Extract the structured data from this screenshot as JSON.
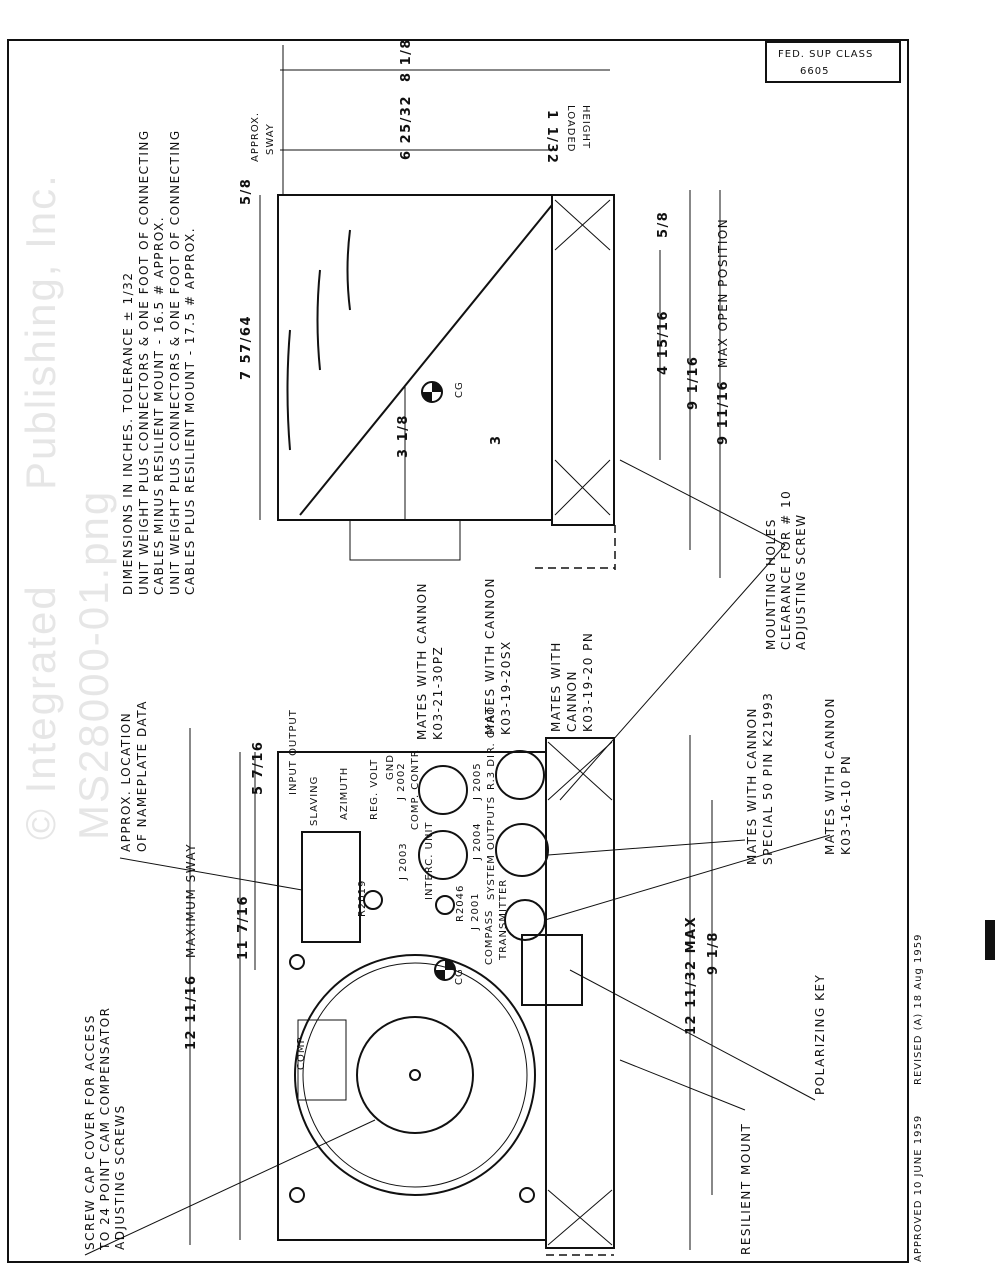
{
  "title_block": {
    "fed_sup_class_label": "FED. SUP CLASS",
    "fed_sup_class_value": "6605"
  },
  "notes": [
    "DIMENSIONS IN INCHES. TOLERANCE ± 1/32",
    "UNIT WEIGHT PLUS CONNECTORS & ONE FOOT OF CONNECTING",
    "CABLES MINUS RESILIENT MOUNT - 16.5 # APPROX.",
    "UNIT WEIGHT PLUS CONNECTORS & ONE FOOT OF CONNECTING",
    "CABLES PLUS RESILIENT MOUNT - 17.5 # APPROX."
  ],
  "callouts": {
    "screw_cap": [
      "SCREW CAP COVER FOR ACCESS",
      "TO 24 POINT CAM COMPENSATOR",
      "ADJUSTING SCREWS"
    ],
    "nameplate": [
      "APPROX. LOCATION",
      "OF NAMEPLATE DATA"
    ],
    "max_sway": "MAXIMUM SWAY",
    "cannon_1": [
      "MATES WITH CANNON",
      "K03-21-30PZ"
    ],
    "cannon_2": [
      "MATES WITH CANNON",
      "K03-19-20SX"
    ],
    "cannon_3": [
      "MATES WITH",
      "CANNON",
      "K03-19-20 PN"
    ],
    "cannon_4": [
      "MATES WITH CANNON",
      "SPECIAL 50 PIN K21993"
    ],
    "cannon_5": [
      "MATES WITH CANNON",
      "K03-16-10 PN"
    ],
    "polarizing_key": "POLARIZING KEY",
    "resilient_mount": "RESILIENT MOUNT",
    "mounting_holes": [
      "MOUNTING HOLES",
      "CLEARANCE FOR # 10",
      "ADJUSTING SCREW"
    ],
    "open_position": "MAX  OPEN POSITION",
    "approx_sway": [
      "APPROX.",
      "SWAY"
    ],
    "loaded_height": [
      "LOADED",
      "HEIGHT"
    ]
  },
  "panel_labels": {
    "input_output": "INPUT OUTPUT",
    "slaving": "SLAVING",
    "azimuth": "AZIMUTH",
    "reg_volt": "REG. VOLT",
    "gnd": "GND",
    "j2002": "J 2002",
    "comp_contr": "COMP. CONTR",
    "j2003": "J 2003",
    "interc_unit": "INTERC. UNIT",
    "j2004": "J 2004",
    "system_outputs": "SYSTEM OUTPUTS",
    "j2005": "J 2005",
    "r3_dir_gyro": "R.3 DIR. GYRO",
    "j2001": "J 2001",
    "compass": "COMPASS",
    "transmitter": "TRANSMITTER",
    "r2019": "R2019",
    "r2046": "R2046",
    "comp": "COMP",
    "cg": "CG"
  },
  "dimensions": {
    "d_12_11_16": "12 11/16",
    "d_11_7_16": "11 7/16",
    "d_5_7_16": "5 7/16",
    "d_9_1_8": "9 1/8",
    "d_12_11_32": "12 11/32 MAX",
    "d_7_57_64": "7 57/64",
    "d_3_1_8": "3 1/8",
    "d_3": "3",
    "d_5_8_a": "5/8",
    "d_5_8_b": "5/8",
    "d_4_15_16": "4 15/16",
    "d_9_1_16": "9 1/16",
    "d_9_11_16": "9 11/16",
    "d_6_25_32": "6 25/32",
    "d_8_1_8": "8 1/8",
    "d_1_1_32": "1 1/32"
  },
  "watermark": [
    "© Integrated",
    "Publishing, Inc.",
    "MS28000-01.png"
  ],
  "approval": {
    "approved": "APPROVED  10 JUNE 1959",
    "revised": "REVISED (A) 18 Aug 1959"
  }
}
